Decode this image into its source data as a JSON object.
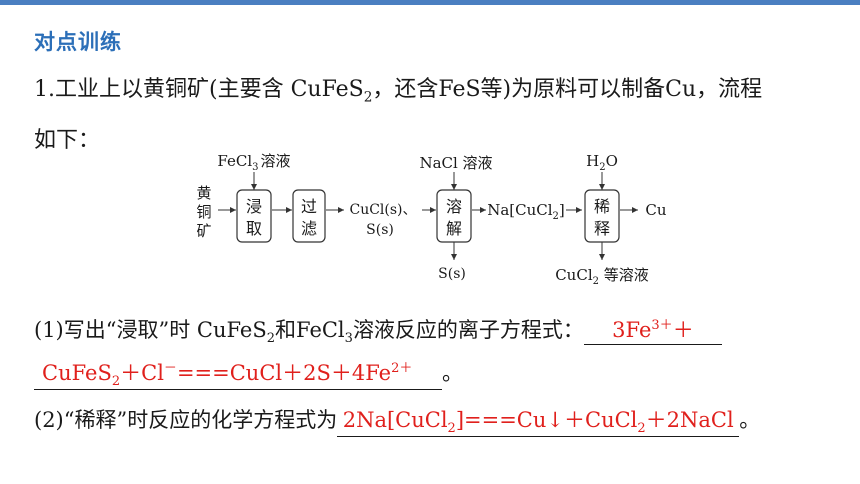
{
  "heading": "对点训练",
  "question1": {
    "intro_part1": "1.工业上以黄铜矿(主要含 CuFeS",
    "intro_sub": "2",
    "intro_part2": "，还含FeS等)为原料可以制备Cu，流程",
    "intro_line2": "如下："
  },
  "flowchart": {
    "raw_material": [
      "黄",
      "铜",
      "矿"
    ],
    "reagent_fecl3": "FeCl",
    "reagent_fecl3_sub": "3",
    "reagent_fecl3_suffix": "溶液",
    "step_leach": [
      "浸",
      "取"
    ],
    "step_filter": [
      "过",
      "滤"
    ],
    "intermediate_line1": "CuCl(s)、",
    "intermediate_line2": "S(s)",
    "reagent_nacl": "NaCl 溶液",
    "step_dissolve": [
      "溶",
      "解"
    ],
    "dissolve_residue": "S(s)",
    "product_complex": "Na[CuCl",
    "product_complex_sub": "2",
    "product_complex_suffix": "]",
    "reagent_water": "H",
    "reagent_water_sub": "2",
    "reagent_water_suffix": "O",
    "step_dilute": [
      "稀",
      "释"
    ],
    "final_product": "Cu",
    "byproduct": "CuCl",
    "byproduct_sub": "2",
    "byproduct_suffix": " 等溶液"
  },
  "sub1": {
    "prompt": "(1)写出“浸取”时 CuFeS",
    "prompt_sub1": "2",
    "prompt_mid": "和FeCl",
    "prompt_sub2": "3",
    "prompt_end": "溶液反应的离子方程式：",
    "answer_part1": "3Fe",
    "answer_sup1": "3＋",
    "answer_plus": "＋",
    "answer_line2a": "CuFeS",
    "answer_line2a_sub": "2",
    "answer_line2b": "＋Cl",
    "answer_line2b_sup": "－",
    "answer_line2c": "===CuCl＋2S＋4Fe",
    "answer_line2c_sup": "2＋",
    "end_punct": "。"
  },
  "sub2": {
    "prompt": "(2)“稀释”时反应的化学方程式为",
    "answer_a": "2Na[CuCl",
    "answer_a_sub": "2",
    "answer_b": "]===Cu↓＋CuCl",
    "answer_b_sub": "2",
    "answer_c": "＋2NaCl",
    "end_punct": "。"
  }
}
